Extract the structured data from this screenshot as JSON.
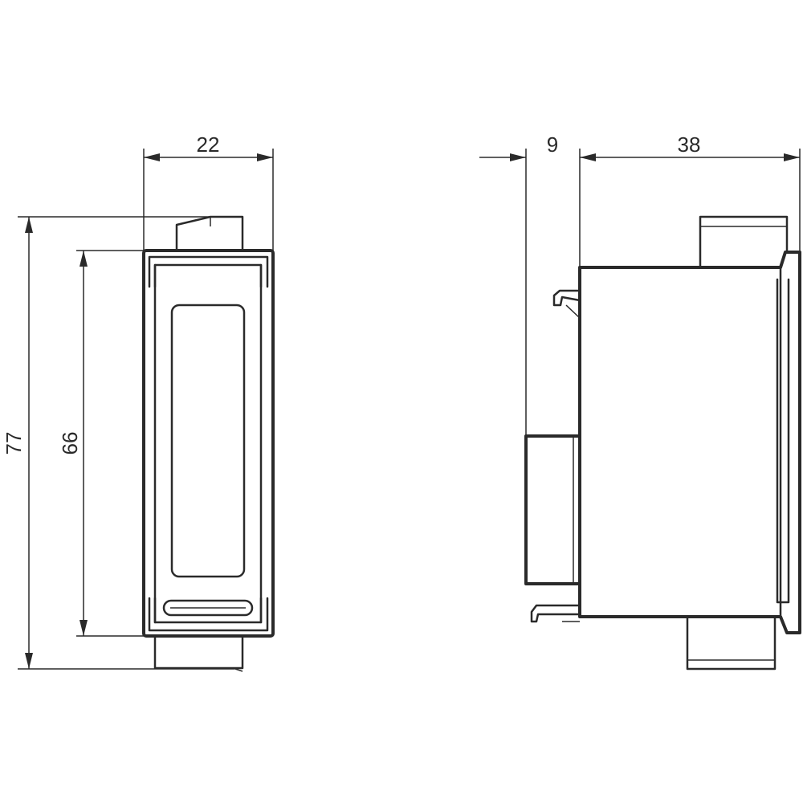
{
  "dimensions": {
    "front_width": "22",
    "front_total_height": "77",
    "front_body_height": "66",
    "side_offset": "9",
    "side_depth": "38"
  }
}
